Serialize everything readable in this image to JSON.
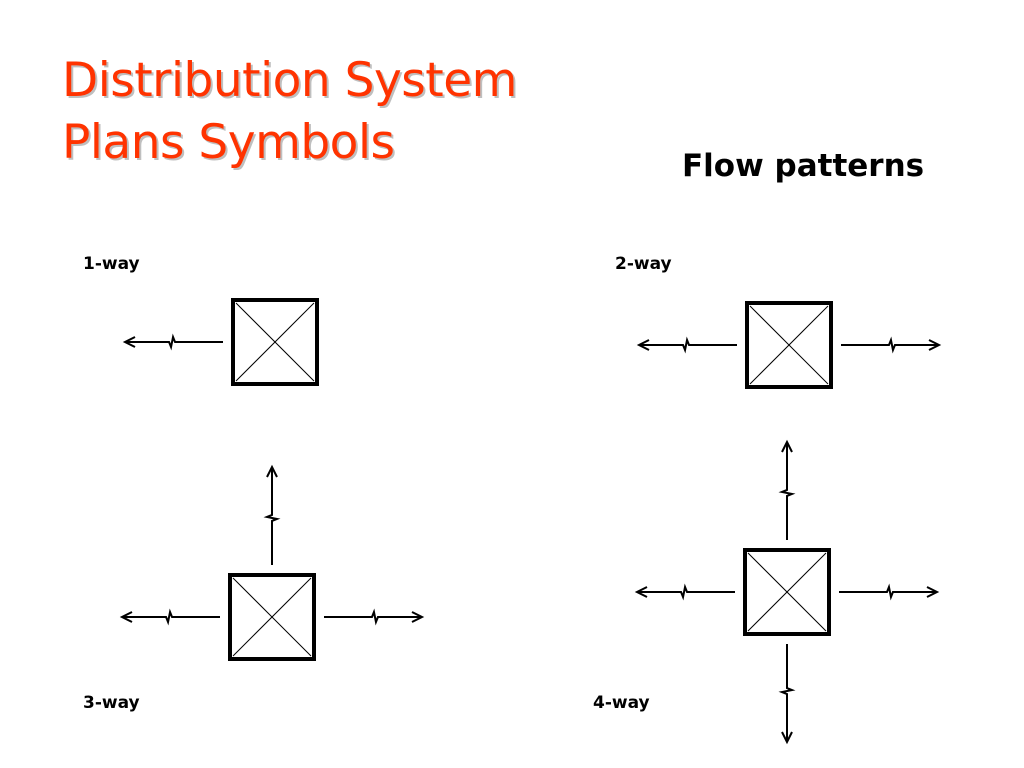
{
  "slide": {
    "title_line1": "Distribution System",
    "title_line2": "Plans Symbols",
    "subtitle": "Flow patterns"
  },
  "patterns": [
    {
      "label": "1-way",
      "directions": [
        "left"
      ]
    },
    {
      "label": "2-way",
      "directions": [
        "left",
        "right"
      ]
    },
    {
      "label": "3-way",
      "directions": [
        "left",
        "right",
        "up"
      ]
    },
    {
      "label": "4-way",
      "directions": [
        "left",
        "right",
        "up",
        "down"
      ]
    }
  ],
  "colors": {
    "title": "#ff3300",
    "ink": "#000000"
  }
}
